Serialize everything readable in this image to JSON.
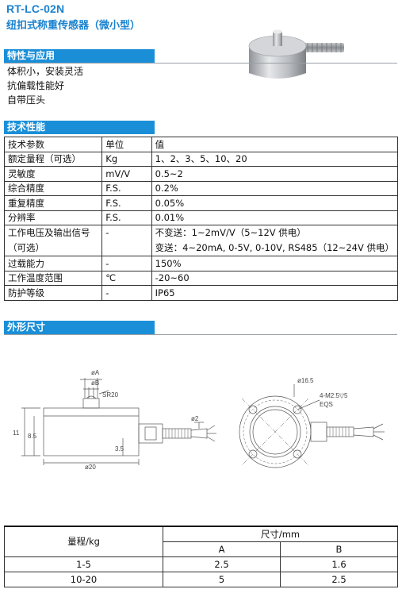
{
  "header": {
    "model": "RT-LC-02N",
    "name": "纽扣式称重传感器（微小型）"
  },
  "features": {
    "heading": "特性与应用",
    "items": [
      "体积小，安装灵活",
      "抗偏载性能好",
      "自带压头"
    ]
  },
  "spec": {
    "heading": "技术性能",
    "header": [
      "技术参数",
      "单位",
      "值"
    ],
    "rows": [
      {
        "param": "额定量程（可选）",
        "unit": "Kg",
        "value": "1、2、3、5、10、20"
      },
      {
        "param": "灵敏度",
        "unit": "mV/V",
        "value": "0.5~2"
      },
      {
        "param": "综合精度",
        "unit": "F.S.",
        "value": "0.2%"
      },
      {
        "param": "重复精度",
        "unit": "F.S.",
        "value": "0.05%"
      },
      {
        "param": "分辨率",
        "unit": "F.S.",
        "value": "0.01%"
      }
    ],
    "signal": {
      "param1": "工作电压及输出信号",
      "param2": "（可选）",
      "unit": "-",
      "value1": "不变送：1~2mV/V（5~12V 供电）",
      "value2": "变送：4~20mA, 0-5V, 0-10V, RS485（12~24V 供电）"
    },
    "rows2": [
      {
        "param": "过载能力",
        "unit": "-",
        "value": "150%"
      },
      {
        "param": "工作温度范围",
        "unit": "℃",
        "value": "-20~60"
      },
      {
        "param": "防护等级",
        "unit": "-",
        "value": "IP65"
      }
    ]
  },
  "outline": {
    "heading": "外形尺寸",
    "side": {
      "dA": "øA",
      "dB": "øB",
      "sr": "SR20",
      "h11": "11",
      "h85": "8.5",
      "h35": "3.5",
      "d2": "ø2",
      "d20": "ø20"
    },
    "top": {
      "d165": "ø16.5",
      "holes": "4-M2.5▽5",
      "eqs": "EQS"
    }
  },
  "dims": {
    "col_range": "量程/kg",
    "col_size": "尺寸/mm",
    "col_a": "A",
    "col_b": "B",
    "rows": [
      {
        "range": "1-5",
        "a": "2.5",
        "b": "1.6"
      },
      {
        "range": "10-20",
        "a": "5",
        "b": "2.5"
      }
    ]
  }
}
